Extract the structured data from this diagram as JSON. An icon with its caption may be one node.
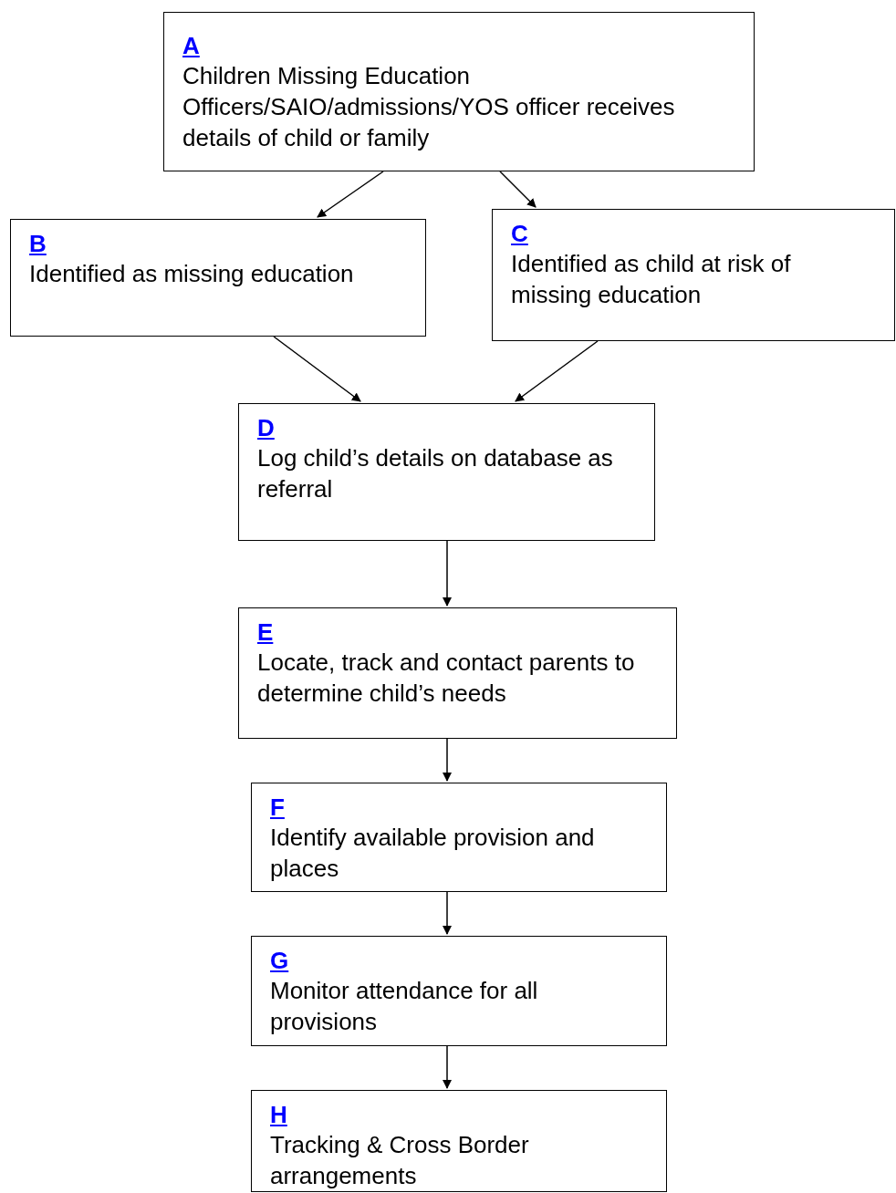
{
  "diagram": {
    "nodes": [
      {
        "text": [
          "A",
          "Children Missing Education Officers/SAIO/admissions/YOS officer receives details of child or family"
        ]
      },
      {
        "text": [
          "B",
          "Identified as missing education"
        ]
      },
      {
        "text": [
          "C",
          "Identified as child at risk of missing education"
        ]
      },
      {
        "text": [
          "D",
          "Log child’s details on database as referral"
        ]
      },
      {
        "text": [
          "E",
          "Locate, track and contact parents to determine child’s needs"
        ]
      },
      {
        "text": [
          "F",
          "Identify available provision and places"
        ]
      },
      {
        "text": [
          "G",
          "Monitor attendance for all provisions"
        ]
      },
      {
        "text": [
          "H",
          "Tracking & Cross Border arrangements"
        ]
      }
    ],
    "edges": [
      {
        "from": 0,
        "to": 1,
        "arrow": "to"
      },
      {
        "from": 0,
        "to": 2,
        "arrow": "to"
      },
      {
        "from": 1,
        "to": 3,
        "arrow": "to"
      },
      {
        "from": 2,
        "to": 3,
        "arrow": "to"
      },
      {
        "from": 3,
        "to": 4,
        "arrow": "to"
      },
      {
        "from": 4,
        "to": 5,
        "arrow": "to"
      },
      {
        "from": 5,
        "to": 6,
        "arrow": "to"
      },
      {
        "from": 6,
        "to": 7,
        "arrow": "to"
      }
    ]
  }
}
